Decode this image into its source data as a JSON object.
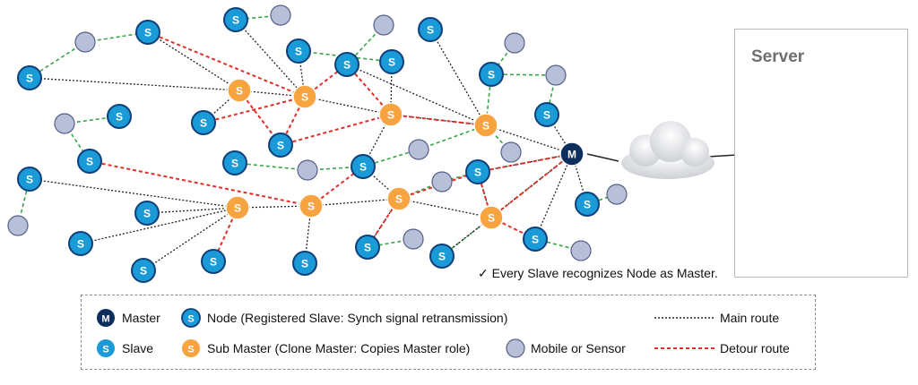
{
  "note": "✓ Every Slave recognizes Node as Master.",
  "server": {
    "title": "Server"
  },
  "node_letters": {
    "master": "M",
    "slave": "S",
    "node": "S",
    "submaster": "S"
  },
  "legend": {
    "master": "Master",
    "node": "Node (Registered Slave: Synch signal retransmission)",
    "main_route": "Main route",
    "slave": "Slave",
    "submaster": "Sub Master (Clone Master: Copies Master role)",
    "mobile": "Mobile or Sensor",
    "detour_route": "Detour route"
  },
  "colors": {
    "master": "#0d2d5c",
    "node": "#1a9bd7",
    "submaster": "#f7a440",
    "mobile": "#b8c0d8",
    "main_route": "#222222",
    "detour_route": "#e0302a",
    "mobile_link": "#3aa64a"
  }
}
